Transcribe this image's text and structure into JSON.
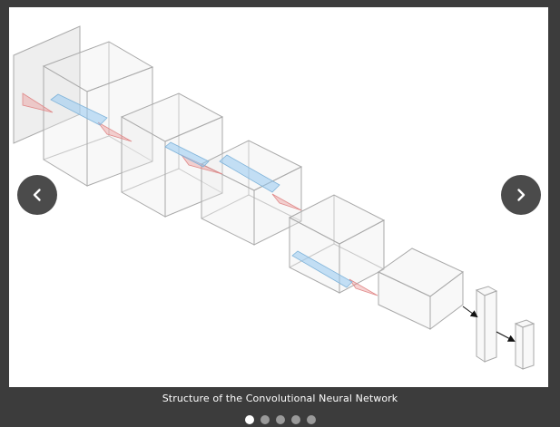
{
  "carousel": {
    "caption": "Structure of the Convolutional Neural Network",
    "prev_icon": "chevron-left-icon",
    "next_icon": "chevron-right-icon",
    "slide_count": 5,
    "active_index": 0
  },
  "colors": {
    "background": "#3c3c3c",
    "slide_background": "#ffffff",
    "nav_button": "#3c3c3c",
    "dot_active": "#ffffff",
    "dot_inactive": "#9a9a9a",
    "cube_stroke": "#a9a9a9",
    "kernel_blue": "#a9d5f0",
    "receptive_red": "#e9a8a8"
  }
}
